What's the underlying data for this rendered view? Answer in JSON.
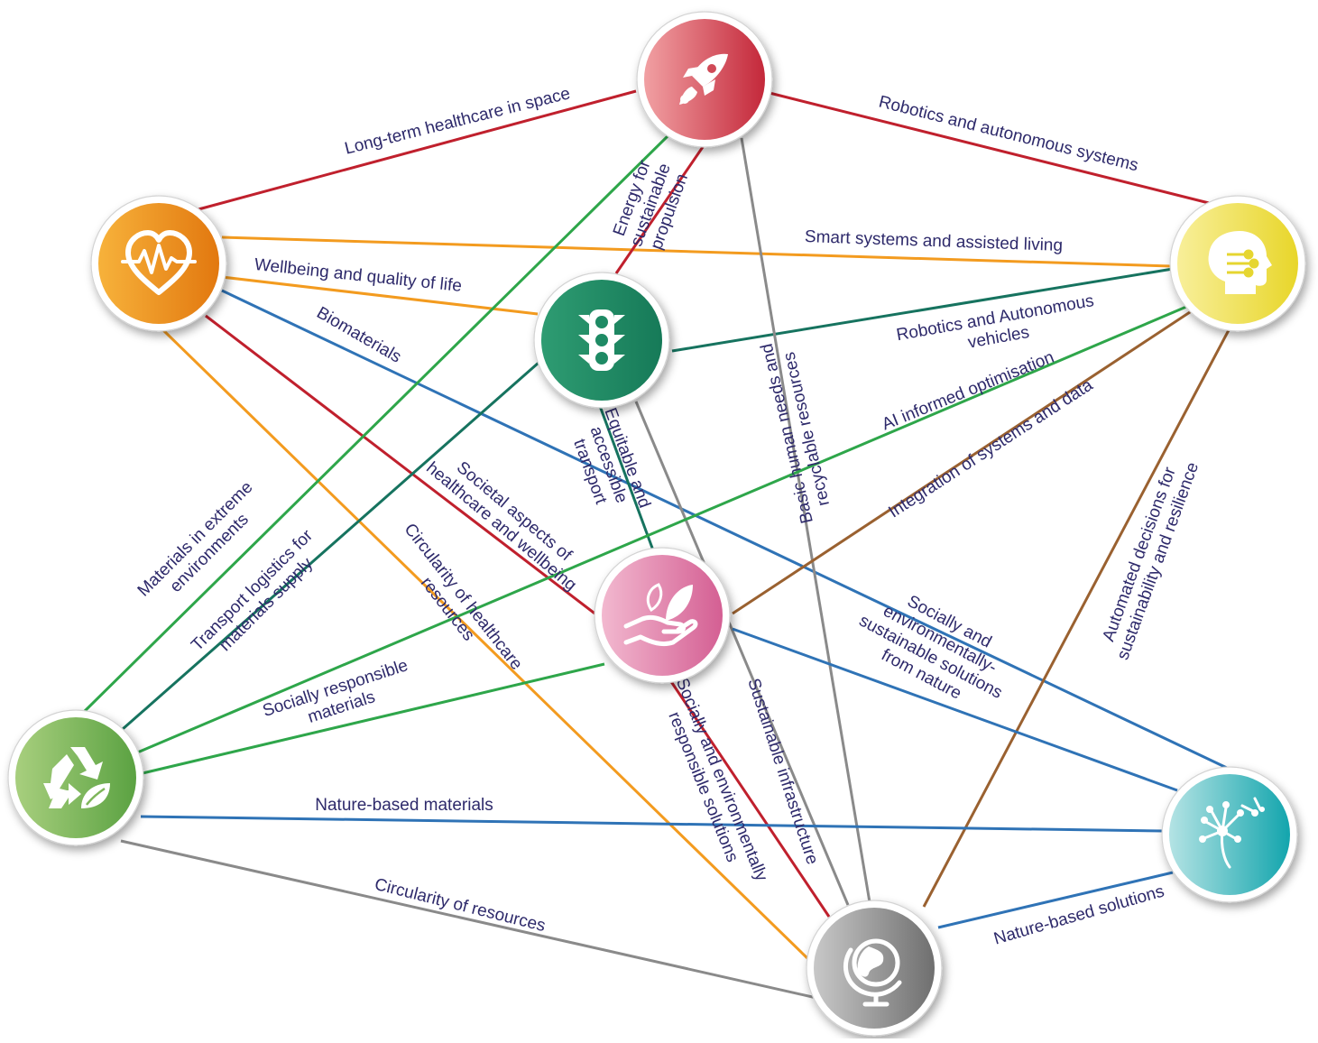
{
  "colors": {
    "label": "#2e2a6b",
    "red": "#c0202d",
    "orange": "#f39b1f",
    "blue": "#2f73b6",
    "green": "#2ea64a",
    "teal": "#16735f",
    "gray": "#8a8a8a",
    "brown": "#9a6130"
  },
  "nodes": [
    {
      "id": "space",
      "icon": "rocket-icon",
      "color_from": "#f1a0a3",
      "color_to": "#c4283a"
    },
    {
      "id": "health",
      "icon": "heart-pulse-icon",
      "color_from": "#f7b23b",
      "color_to": "#e2780f"
    },
    {
      "id": "ai",
      "icon": "ai-head-icon",
      "color_from": "#f8ef9a",
      "color_to": "#e8d62a"
    },
    {
      "id": "transport",
      "icon": "traffic-light-icon",
      "color_from": "#2e9c72",
      "color_to": "#167a58"
    },
    {
      "id": "social",
      "icon": "hand-leaf-icon",
      "color_from": "#f2b8cf",
      "color_to": "#d45f93"
    },
    {
      "id": "materials",
      "icon": "recycle-icon",
      "color_from": "#a8cf7e",
      "color_to": "#5ba242"
    },
    {
      "id": "nature",
      "icon": "dandelion-icon",
      "color_from": "#b4e3e4",
      "color_to": "#13a5ad"
    },
    {
      "id": "infrastructure",
      "icon": "globe-icon",
      "color_from": "#c8c8c8",
      "color_to": "#6f6f6f"
    }
  ],
  "edges": [
    {
      "from": "health",
      "to": "space",
      "color": "red",
      "label": "Long-term healthcare in space"
    },
    {
      "from": "space",
      "to": "ai",
      "color": "red",
      "label": "Robotics and autonomous systems"
    },
    {
      "from": "health",
      "to": "ai",
      "color": "orange",
      "label": "Smart systems and assisted living"
    },
    {
      "from": "health",
      "to": "transport",
      "color": "orange",
      "label": "Wellbeing and quality of life"
    },
    {
      "from": "transport",
      "to": "space",
      "color": "red",
      "label_lines": [
        "Energy for",
        "sustainable",
        "propulsion"
      ]
    },
    {
      "from": "transport",
      "to": "ai",
      "color": "teal",
      "label_lines": [
        "Robotics and Autonomous",
        "vehicles"
      ]
    },
    {
      "from": "health",
      "to": "nature",
      "color": "blue",
      "label": "Biomaterials"
    },
    {
      "from": "health",
      "to": "social",
      "color": "red",
      "label_lines": [
        "Societal aspects of",
        "healthcare and wellbeing"
      ]
    },
    {
      "from": "health",
      "to": "infrastructure",
      "color": "orange",
      "label_lines": [
        "Circularity of healthcare",
        "resources"
      ]
    },
    {
      "from": "space",
      "to": "infrastructure",
      "color": "gray",
      "label_lines": [
        "Basic human needs and",
        "recyclable resources"
      ]
    },
    {
      "from": "materials",
      "to": "space",
      "color": "green",
      "label_lines": [
        "Materials in extreme",
        "environments"
      ]
    },
    {
      "from": "materials",
      "to": "transport",
      "color": "teal",
      "label_lines": [
        "Transport logistics for",
        "materials supply"
      ]
    },
    {
      "from": "transport",
      "to": "social",
      "color": "teal",
      "label_lines": [
        "Equitable and",
        "accessible",
        "transport"
      ]
    },
    {
      "from": "transport",
      "to": "infrastructure",
      "color": "gray",
      "label": "Sustainable infrastructure"
    },
    {
      "from": "materials",
      "to": "ai",
      "color": "green",
      "label": "AI informed optimisation"
    },
    {
      "from": "social",
      "to": "ai",
      "color": "brown",
      "label": "Integration of systems and data"
    },
    {
      "from": "infrastructure",
      "to": "ai",
      "color": "brown",
      "label_lines": [
        "Automated decisions for",
        "sustainability and resilience"
      ]
    },
    {
      "from": "social",
      "to": "nature",
      "color": "blue",
      "label_lines": [
        "Socially and",
        "environmentally-",
        "sustainable solutions",
        "from nature"
      ]
    },
    {
      "from": "materials",
      "to": "social",
      "color": "green",
      "label_lines": [
        "Socially responsible",
        "materials"
      ]
    },
    {
      "from": "social",
      "to": "infrastructure",
      "color": "red",
      "label_lines": [
        "Socially and environmentally",
        "responsible solutions"
      ]
    },
    {
      "from": "materials",
      "to": "nature",
      "color": "blue",
      "label": "Nature-based materials"
    },
    {
      "from": "materials",
      "to": "infrastructure",
      "color": "gray",
      "label": "Circularity of resources"
    },
    {
      "from": "infrastructure",
      "to": "nature",
      "color": "blue",
      "label": "Nature-based solutions"
    }
  ]
}
